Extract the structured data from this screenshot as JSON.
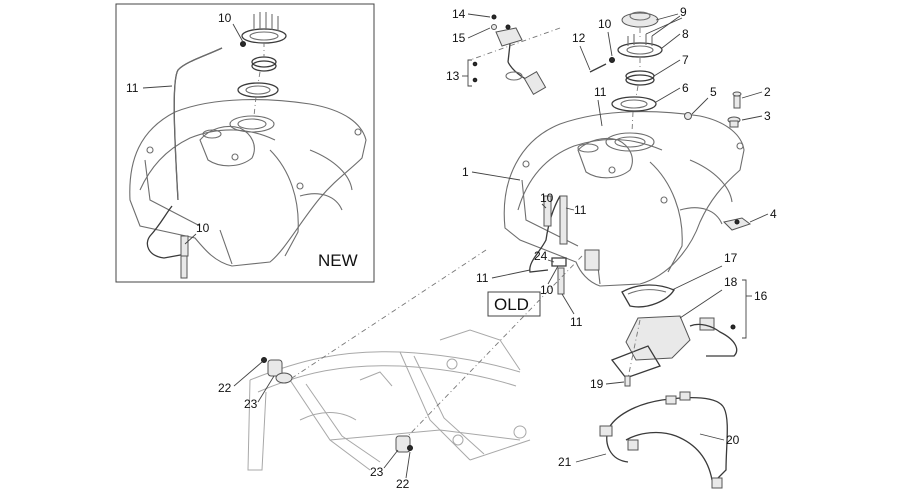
{
  "diagram": {
    "boxes": {
      "new_label": "NEW",
      "old_label": "OLD"
    },
    "callouts": [
      {
        "id": "c10a",
        "text": "10"
      },
      {
        "id": "c11a",
        "text": "11"
      },
      {
        "id": "c10b",
        "text": "10"
      },
      {
        "id": "c14",
        "text": "14"
      },
      {
        "id": "c15",
        "text": "15"
      },
      {
        "id": "c13",
        "text": "13"
      },
      {
        "id": "c10c",
        "text": "10"
      },
      {
        "id": "c12",
        "text": "12"
      },
      {
        "id": "c11b",
        "text": "11"
      },
      {
        "id": "c9",
        "text": "9"
      },
      {
        "id": "c8",
        "text": "8"
      },
      {
        "id": "c7",
        "text": "7"
      },
      {
        "id": "c6",
        "text": "6"
      },
      {
        "id": "c5",
        "text": "5"
      },
      {
        "id": "c2",
        "text": "2"
      },
      {
        "id": "c3",
        "text": "3"
      },
      {
        "id": "c4",
        "text": "4"
      },
      {
        "id": "c1",
        "text": "1"
      },
      {
        "id": "c10d",
        "text": "10"
      },
      {
        "id": "c11c",
        "text": "11"
      },
      {
        "id": "c24",
        "text": "24"
      },
      {
        "id": "c11d",
        "text": "11"
      },
      {
        "id": "c10e",
        "text": "10"
      },
      {
        "id": "c11e",
        "text": "11"
      },
      {
        "id": "c17",
        "text": "17"
      },
      {
        "id": "c18",
        "text": "18"
      },
      {
        "id": "c16",
        "text": "16"
      },
      {
        "id": "c19",
        "text": "19"
      },
      {
        "id": "c20",
        "text": "20"
      },
      {
        "id": "c21",
        "text": "21"
      },
      {
        "id": "c22a",
        "text": "22"
      },
      {
        "id": "c23a",
        "text": "23"
      },
      {
        "id": "c23b",
        "text": "23"
      },
      {
        "id": "c22b",
        "text": "22"
      }
    ]
  }
}
